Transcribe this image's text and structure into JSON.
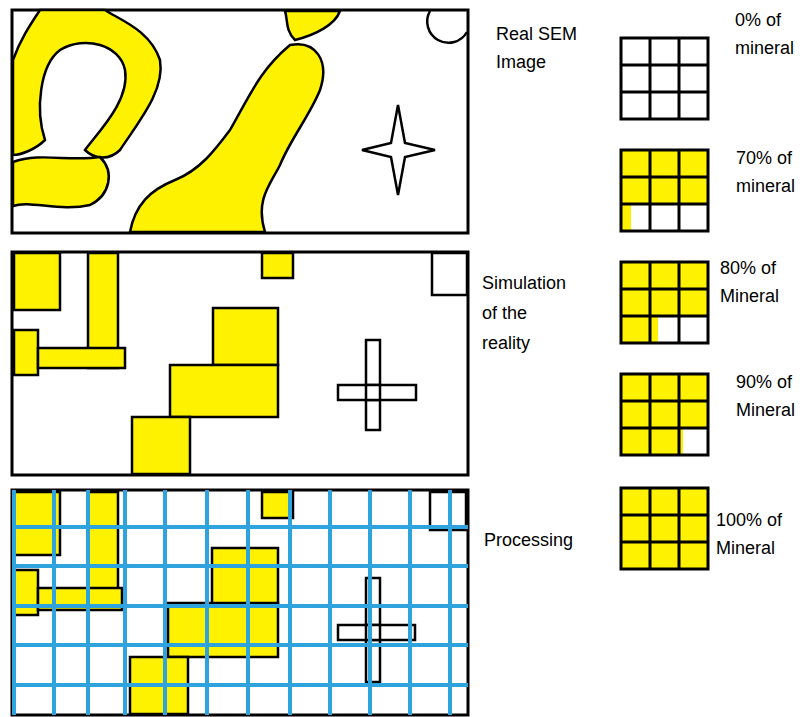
{
  "diagram": {
    "labels": [
      "Real SEM Image",
      "Simulation of the reality",
      "Processing",
      "0% of mineral",
      "70% of mineral",
      "80% of Mineral",
      "90% of Mineral",
      "100% of Mineral"
    ]
  }
}
